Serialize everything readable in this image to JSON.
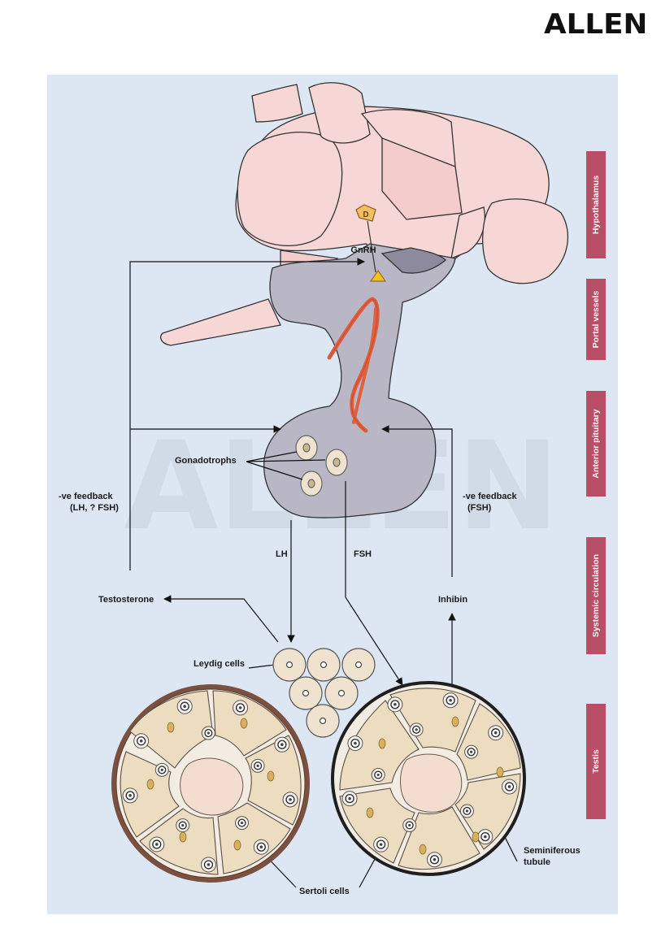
{
  "brand": {
    "logo_text": "ALLEN",
    "watermark_text": "ALLEN"
  },
  "side_labels": {
    "hypothalamus": "Hypothalamus",
    "portal_vessels": "Portal vessels",
    "anterior_pituitary": "Anterior pituitary",
    "systemic_circulation": "Systemic circulation",
    "testis": "Testis"
  },
  "labels": {
    "gnrh": "GnRH",
    "gonadotrophs": "Gonadotrophs",
    "neg_feedback_left_line1": "-ve feedback",
    "neg_feedback_left_line2": "(LH, ? FSH)",
    "neg_feedback_right_line1": "-ve feedback",
    "neg_feedback_right_line2": "(FSH)",
    "lh": "LH",
    "fsh": "FSH",
    "testosterone": "Testosterone",
    "inhibin": "Inhibin",
    "leydig_cells": "Leydig cells",
    "seminiferous_line1": "Seminiferous",
    "seminiferous_line2": "tubule",
    "sertoli_cells": "Sertoli cells",
    "neuron_marker": "D"
  },
  "colors": {
    "panel_bg": "#dde7f4",
    "brain_fill": "#f7d6d6",
    "pituitary_fill": "#b9b6c6",
    "portal_vessel": "#e0603e",
    "cell_fill": "#efe3cf",
    "tubule_rim": "#7a5040",
    "side_label_bg": "#b84f67",
    "gnrh_neuron": "#f2c063"
  }
}
